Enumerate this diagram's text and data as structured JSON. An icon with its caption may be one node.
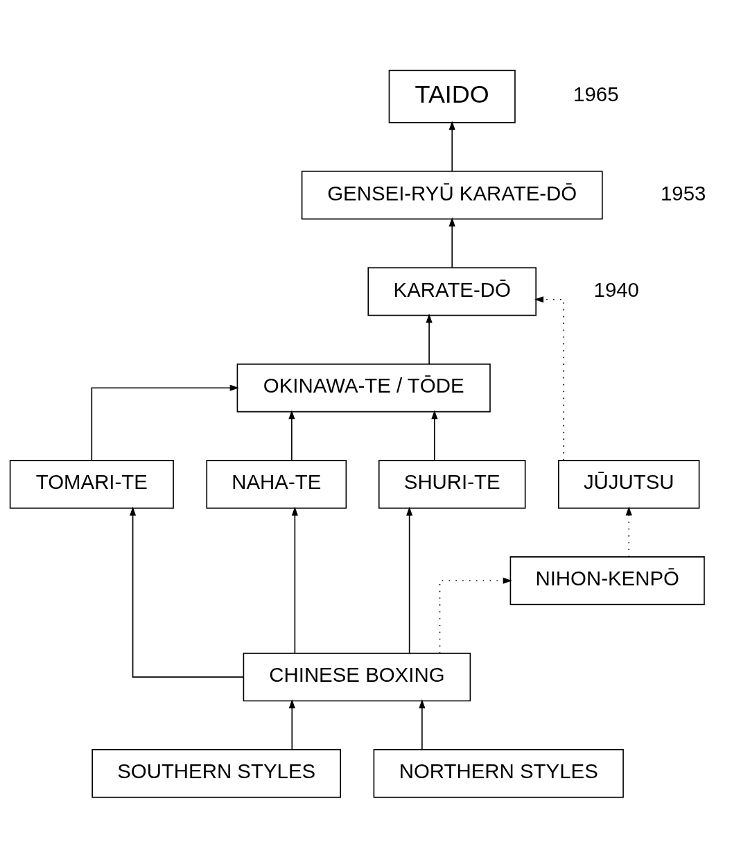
{
  "diagram": {
    "nodes": [
      {
        "text": [
          "TAIDO"
        ],
        "beside": [
          "1965"
        ]
      },
      {
        "text": [
          "GENSEI-RYŪ KARATE-DŌ"
        ],
        "beside": [
          "1953"
        ]
      },
      {
        "text": [
          "KARATE-DŌ"
        ],
        "beside": [
          "1940"
        ]
      },
      {
        "text": [
          "OKINAWA-TE / TŌDE"
        ]
      },
      {
        "text": [
          "TOMARI-TE"
        ]
      },
      {
        "text": [
          "NAHA-TE"
        ]
      },
      {
        "text": [
          "SHURI-TE"
        ]
      },
      {
        "text": [
          "JŪJUTSU"
        ]
      },
      {
        "text": [
          "NIHON-KENPŌ"
        ]
      },
      {
        "text": [
          "CHINESE BOXING"
        ]
      },
      {
        "text": [
          "SOUTHERN STYLES"
        ]
      },
      {
        "text": [
          "NORTHERN STYLES"
        ]
      }
    ],
    "edges": [
      {
        "from": 1,
        "to": 0,
        "arrow": "to"
      },
      {
        "from": 2,
        "to": 1,
        "arrow": "to"
      },
      {
        "from": 3,
        "to": 2,
        "arrow": "to"
      },
      {
        "from": 7,
        "to": 2,
        "arrow": "to",
        "style": "dashed"
      },
      {
        "from": 4,
        "to": 3,
        "arrow": "to"
      },
      {
        "from": 5,
        "to": 3,
        "arrow": "to"
      },
      {
        "from": 6,
        "to": 3,
        "arrow": "to"
      },
      {
        "from": 8,
        "to": 7,
        "arrow": "to",
        "style": "dashed"
      },
      {
        "from": 9,
        "to": 4,
        "arrow": "to"
      },
      {
        "from": 9,
        "to": 5,
        "arrow": "to"
      },
      {
        "from": 9,
        "to": 6,
        "arrow": "to"
      },
      {
        "from": 9,
        "to": 8,
        "arrow": "to",
        "style": "dashed"
      },
      {
        "from": 10,
        "to": 9,
        "arrow": "to"
      },
      {
        "from": 11,
        "to": 9,
        "arrow": "to"
      }
    ]
  }
}
